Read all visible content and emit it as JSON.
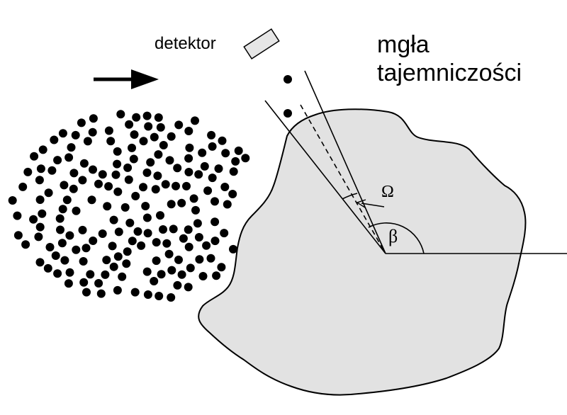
{
  "labels": {
    "detector": "detektor",
    "fog_line1": "mgła",
    "fog_line2": "tajemniczości",
    "omega": "Ω",
    "beta": "β"
  },
  "particles": {
    "count": 180
  },
  "colors": {
    "ink": "#000000",
    "fog_fill": "#e2e2e2",
    "detector_fill": "#e6e6e6",
    "background": "#ffffff"
  },
  "icons": {
    "beam_direction": "arrow-right-icon"
  }
}
